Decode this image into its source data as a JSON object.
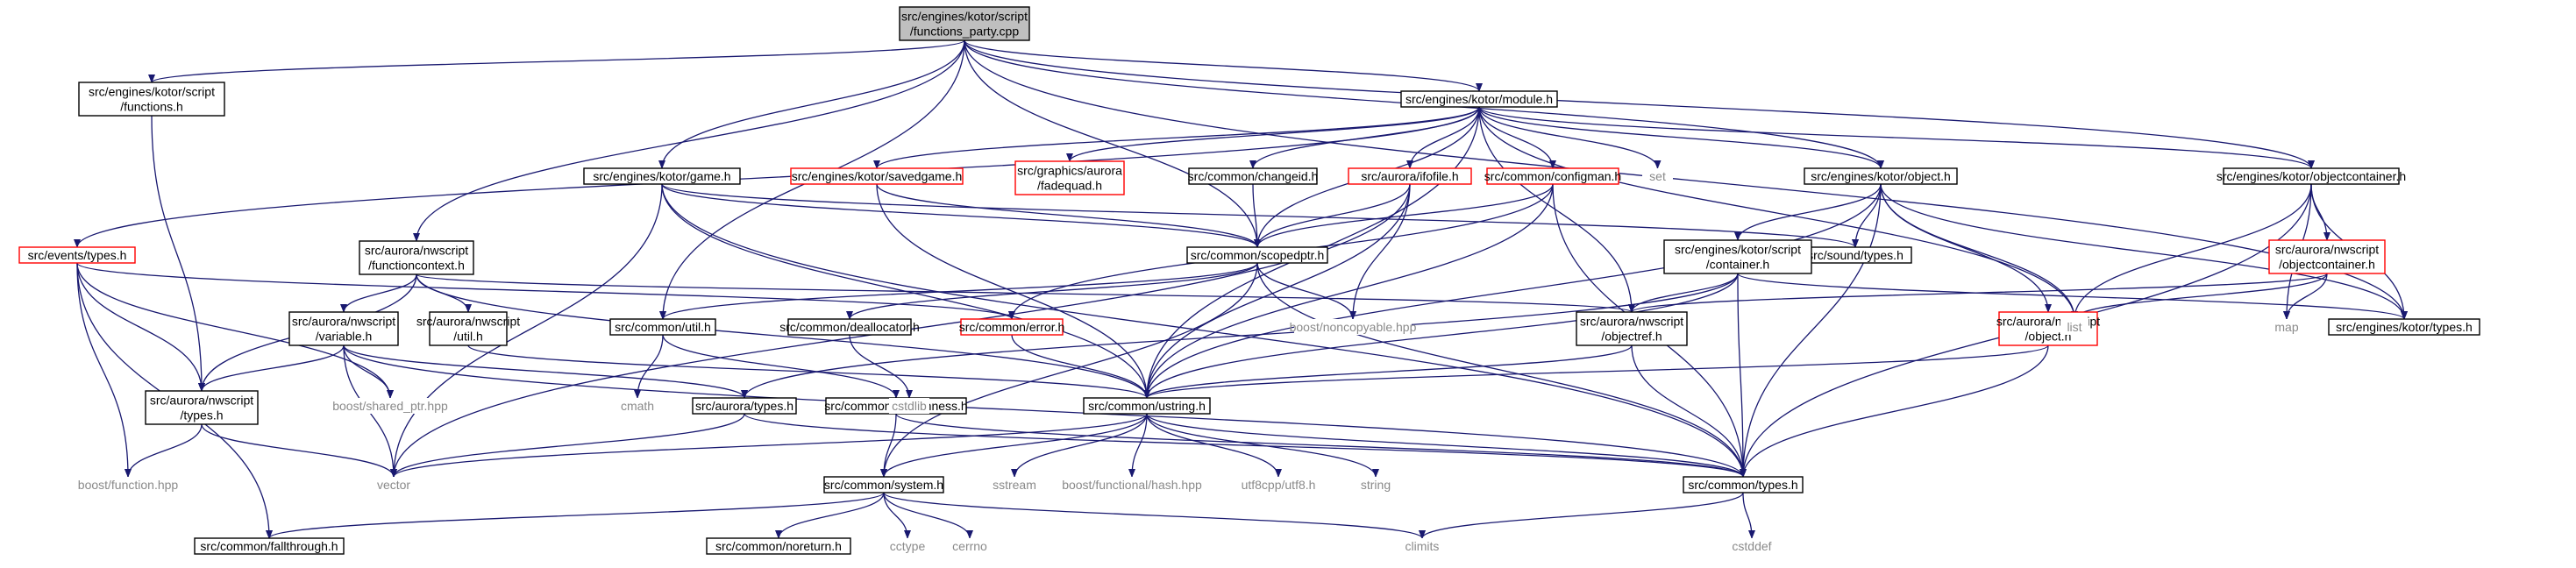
{
  "colors": {
    "edge": "#191970",
    "box_border": "#000000",
    "missing_border": "#ff0000",
    "root_fill": "#bfbfbf",
    "system_text": "#8a8a8a"
  },
  "nodes": {
    "root": {
      "lines": [
        "src/engines/kotor/script",
        "/functions_party.cpp"
      ],
      "kind": "root"
    },
    "kotor_functions": {
      "lines": [
        "src/engines/kotor/script",
        "/functions.h"
      ],
      "kind": "normal"
    },
    "module": {
      "lines": [
        "src/engines/kotor/module.h"
      ],
      "kind": "normal"
    },
    "events_types": {
      "lines": [
        "src/events/types.h"
      ],
      "kind": "red"
    },
    "game": {
      "lines": [
        "src/engines/kotor/game.h"
      ],
      "kind": "normal"
    },
    "savedgame": {
      "lines": [
        "src/engines/kotor/savedgame.h"
      ],
      "kind": "red"
    },
    "fadequad": {
      "lines": [
        "src/graphics/aurora",
        "/fadequad.h"
      ],
      "kind": "red"
    },
    "changeid": {
      "lines": [
        "src/common/changeid.h"
      ],
      "kind": "normal"
    },
    "ifofile": {
      "lines": [
        "src/aurora/ifofile.h"
      ],
      "kind": "red"
    },
    "configman": {
      "lines": [
        "src/common/configman.h"
      ],
      "kind": "red"
    },
    "set": {
      "lines": [
        "set"
      ],
      "kind": "system"
    },
    "kotor_object": {
      "lines": [
        "src/engines/kotor/object.h"
      ],
      "kind": "normal"
    },
    "objectcontainer": {
      "lines": [
        "src/engines/kotor/objectcontainer.h"
      ],
      "kind": "normal"
    },
    "functioncontext": {
      "lines": [
        "src/aurora/nwscript",
        "/functioncontext.h"
      ],
      "kind": "normal"
    },
    "scopedptr": {
      "lines": [
        "src/common/scopedptr.h"
      ],
      "kind": "normal"
    },
    "sound_types": {
      "lines": [
        "src/sound/types.h"
      ],
      "kind": "normal"
    },
    "script_container": {
      "lines": [
        "src/engines/kotor/script",
        "/container.h"
      ],
      "kind": "normal"
    },
    "nws_objectcontainer": {
      "lines": [
        "src/aurora/nwscript",
        "/objectcontainer.h"
      ],
      "kind": "red"
    },
    "nws_variable": {
      "lines": [
        "src/aurora/nwscript",
        "/variable.h"
      ],
      "kind": "normal"
    },
    "nws_util": {
      "lines": [
        "src/aurora/nwscript",
        "/util.h"
      ],
      "kind": "normal"
    },
    "common_util": {
      "lines": [
        "src/common/util.h"
      ],
      "kind": "normal"
    },
    "deallocator": {
      "lines": [
        "src/common/deallocator.h"
      ],
      "kind": "normal"
    },
    "error": {
      "lines": [
        "src/common/error.h"
      ],
      "kind": "red"
    },
    "noncopyable": {
      "lines": [
        "boost/noncopyable.hpp"
      ],
      "kind": "system"
    },
    "objectref": {
      "lines": [
        "src/aurora/nwscript",
        "/objectref.h"
      ],
      "kind": "normal"
    },
    "nws_object": {
      "lines": [
        "src/aurora/nwscript",
        "/object.h"
      ],
      "kind": "red"
    },
    "list": {
      "lines": [
        "list"
      ],
      "kind": "system"
    },
    "map": {
      "lines": [
        "map"
      ],
      "kind": "system"
    },
    "kotor_types": {
      "lines": [
        "src/engines/kotor/types.h"
      ],
      "kind": "normal"
    },
    "nws_types": {
      "lines": [
        "src/aurora/nwscript",
        "/types.h"
      ],
      "kind": "normal"
    },
    "shared_ptr": {
      "lines": [
        "boost/shared_ptr.hpp"
      ],
      "kind": "system"
    },
    "cmath": {
      "lines": [
        "cmath"
      ],
      "kind": "system"
    },
    "aurora_types": {
      "lines": [
        "src/aurora/types.h"
      ],
      "kind": "normal"
    },
    "endianness": {
      "lines": [
        "src/common/endianness.h"
      ],
      "kind": "normal"
    },
    "cstdlib": {
      "lines": [
        "cstdlib"
      ],
      "kind": "system"
    },
    "ustring": {
      "lines": [
        "src/common/ustring.h"
      ],
      "kind": "normal"
    },
    "boost_function": {
      "lines": [
        "boost/function.hpp"
      ],
      "kind": "system"
    },
    "vector": {
      "lines": [
        "vector"
      ],
      "kind": "system"
    },
    "system": {
      "lines": [
        "src/common/system.h"
      ],
      "kind": "normal"
    },
    "sstream": {
      "lines": [
        "sstream"
      ],
      "kind": "system"
    },
    "hash": {
      "lines": [
        "boost/functional/hash.hpp"
      ],
      "kind": "system"
    },
    "utf8": {
      "lines": [
        "utf8cpp/utf8.h"
      ],
      "kind": "system"
    },
    "string": {
      "lines": [
        "string"
      ],
      "kind": "system"
    },
    "common_types": {
      "lines": [
        "src/common/types.h"
      ],
      "kind": "normal"
    },
    "fallthrough": {
      "lines": [
        "src/common/fallthrough.h"
      ],
      "kind": "normal"
    },
    "noreturn": {
      "lines": [
        "src/common/noreturn.h"
      ],
      "kind": "normal"
    },
    "cctype": {
      "lines": [
        "cctype"
      ],
      "kind": "system"
    },
    "cerrno": {
      "lines": [
        "cerrno"
      ],
      "kind": "system"
    },
    "climits": {
      "lines": [
        "climits"
      ],
      "kind": "system"
    },
    "cstddef": {
      "lines": [
        "cstddef"
      ],
      "kind": "system"
    }
  },
  "edges": [
    [
      "root",
      "kotor_functions"
    ],
    [
      "root",
      "module"
    ],
    [
      "root",
      "game"
    ],
    [
      "root",
      "functioncontext"
    ],
    [
      "root",
      "scopedptr"
    ],
    [
      "root",
      "common_util"
    ],
    [
      "root",
      "kotor_object"
    ],
    [
      "root",
      "objectcontainer"
    ],
    [
      "root",
      "kotor_types"
    ],
    [
      "kotor_functions",
      "nws_types"
    ],
    [
      "module",
      "events_types"
    ],
    [
      "module",
      "savedgame"
    ],
    [
      "module",
      "fadequad"
    ],
    [
      "module",
      "changeid"
    ],
    [
      "module",
      "ifofile"
    ],
    [
      "module",
      "configman"
    ],
    [
      "module",
      "set"
    ],
    [
      "module",
      "kotor_object"
    ],
    [
      "module",
      "objectcontainer"
    ],
    [
      "module",
      "scopedptr"
    ],
    [
      "module",
      "list"
    ],
    [
      "module",
      "objectref"
    ],
    [
      "module",
      "ustring"
    ],
    [
      "events_types",
      "nws_types"
    ],
    [
      "events_types",
      "boost_function"
    ],
    [
      "events_types",
      "fallthrough"
    ],
    [
      "events_types",
      "shared_ptr"
    ],
    [
      "events_types",
      "error"
    ],
    [
      "game",
      "scopedptr"
    ],
    [
      "game",
      "sound_types"
    ],
    [
      "game",
      "vector"
    ],
    [
      "game",
      "ustring"
    ],
    [
      "game",
      "common_types"
    ],
    [
      "savedgame",
      "scopedptr"
    ],
    [
      "savedgame",
      "ustring"
    ],
    [
      "changeid",
      "scopedptr"
    ],
    [
      "ifofile",
      "scopedptr"
    ],
    [
      "ifofile",
      "noncopyable"
    ],
    [
      "ifofile",
      "ustring"
    ],
    [
      "ifofile",
      "vector"
    ],
    [
      "configman",
      "scopedptr"
    ],
    [
      "configman",
      "error"
    ],
    [
      "configman",
      "ustring"
    ],
    [
      "configman",
      "common_types"
    ],
    [
      "kotor_object",
      "script_container"
    ],
    [
      "kotor_object",
      "nws_object"
    ],
    [
      "kotor_object",
      "sound_types"
    ],
    [
      "kotor_object",
      "list"
    ],
    [
      "kotor_object",
      "kotor_types"
    ],
    [
      "kotor_object",
      "common_types"
    ],
    [
      "kotor_object",
      "ustring"
    ],
    [
      "objectcontainer",
      "nws_objectcontainer"
    ],
    [
      "objectcontainer",
      "list"
    ],
    [
      "objectcontainer",
      "map"
    ],
    [
      "objectcontainer",
      "kotor_types"
    ],
    [
      "objectcontainer",
      "common_types"
    ],
    [
      "functioncontext",
      "nws_variable"
    ],
    [
      "functioncontext",
      "nws_util"
    ],
    [
      "functioncontext",
      "nws_types"
    ],
    [
      "functioncontext",
      "objectref"
    ],
    [
      "functioncontext",
      "ustring"
    ],
    [
      "scopedptr",
      "common_util"
    ],
    [
      "scopedptr",
      "deallocator"
    ],
    [
      "scopedptr",
      "noncopyable"
    ],
    [
      "scopedptr",
      "system"
    ],
    [
      "scopedptr",
      "common_types"
    ],
    [
      "script_container",
      "objectref"
    ],
    [
      "script_container",
      "aurora_types"
    ],
    [
      "script_container",
      "common_types"
    ],
    [
      "script_container",
      "ustring"
    ],
    [
      "script_container",
      "kotor_types"
    ],
    [
      "nws_objectcontainer",
      "list"
    ],
    [
      "nws_objectcontainer",
      "map"
    ],
    [
      "nws_objectcontainer",
      "objectref"
    ],
    [
      "nws_variable",
      "nws_types"
    ],
    [
      "nws_variable",
      "shared_ptr"
    ],
    [
      "nws_variable",
      "aurora_types"
    ],
    [
      "nws_variable",
      "vector"
    ],
    [
      "nws_variable",
      "common_types"
    ],
    [
      "nws_util",
      "ustring"
    ],
    [
      "common_util",
      "cmath"
    ],
    [
      "common_util",
      "endianness"
    ],
    [
      "deallocator",
      "cstdlib"
    ],
    [
      "error",
      "ustring"
    ],
    [
      "objectref",
      "ustring"
    ],
    [
      "objectref",
      "common_types"
    ],
    [
      "nws_object",
      "ustring"
    ],
    [
      "nws_object",
      "common_types"
    ],
    [
      "nws_types",
      "vector"
    ],
    [
      "nws_types",
      "boost_function"
    ],
    [
      "aurora_types",
      "vector"
    ],
    [
      "aurora_types",
      "common_types"
    ],
    [
      "endianness",
      "system"
    ],
    [
      "endianness",
      "common_types"
    ],
    [
      "ustring",
      "system"
    ],
    [
      "ustring",
      "vector"
    ],
    [
      "ustring",
      "sstream"
    ],
    [
      "ustring",
      "hash"
    ],
    [
      "ustring",
      "utf8"
    ],
    [
      "ustring",
      "string"
    ],
    [
      "ustring",
      "common_types"
    ],
    [
      "system",
      "fallthrough"
    ],
    [
      "system",
      "noreturn"
    ],
    [
      "system",
      "cctype"
    ],
    [
      "system",
      "cerrno"
    ],
    [
      "system",
      "climits"
    ],
    [
      "common_types",
      "climits"
    ],
    [
      "common_types",
      "cstddef"
    ]
  ]
}
